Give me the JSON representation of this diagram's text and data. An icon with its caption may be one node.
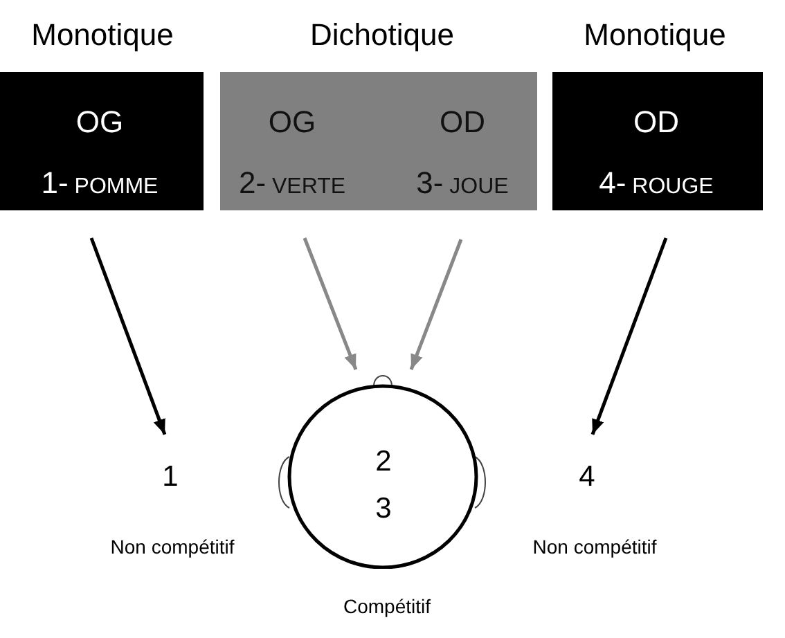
{
  "diagram": {
    "nodes": [
      {
        "text": [
          "Monotique",
          "OG",
          "1- POMME"
        ]
      },
      {
        "text": [
          "Dichotique",
          "OG",
          "OD",
          "2- VERTE",
          "3- JOUE"
        ]
      },
      {
        "text": [
          "Monotique",
          "OD",
          "4- ROUGE"
        ]
      },
      {
        "text": [
          "1"
        ],
        "beside": [
          "Non compétitif"
        ]
      },
      {
        "text": [
          "2",
          "3"
        ],
        "beside": [
          "Compétitif"
        ]
      },
      {
        "text": [
          "4"
        ],
        "beside": [
          "Non compétitif"
        ]
      }
    ],
    "edges": [
      {
        "from": 0,
        "to": 3,
        "arrow": "to"
      },
      {
        "from": 1,
        "to": 4,
        "arrow": "to",
        "color": "#888888"
      },
      {
        "from": 1,
        "to": 4,
        "arrow": "to",
        "color": "#888888"
      },
      {
        "from": 2,
        "to": 5,
        "arrow": "to"
      }
    ]
  }
}
